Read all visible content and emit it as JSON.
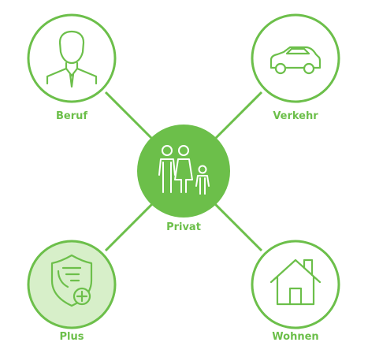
{
  "colors": {
    "accent": "#6cbf4a",
    "center_fill": "#6cbf4a",
    "plus_fill": "#d7efc9",
    "line": "#6cbf4a",
    "white": "#ffffff"
  },
  "nodes": {
    "beruf": {
      "label": "Beruf",
      "icon": "businessman-icon"
    },
    "verkehr": {
      "label": "Verkehr",
      "icon": "car-icon"
    },
    "privat": {
      "label": "Privat",
      "icon": "family-icon"
    },
    "plus": {
      "label": "Plus",
      "icon": "shield-plus-icon"
    },
    "wohnen": {
      "label": "Wohnen",
      "icon": "house-icon"
    }
  }
}
